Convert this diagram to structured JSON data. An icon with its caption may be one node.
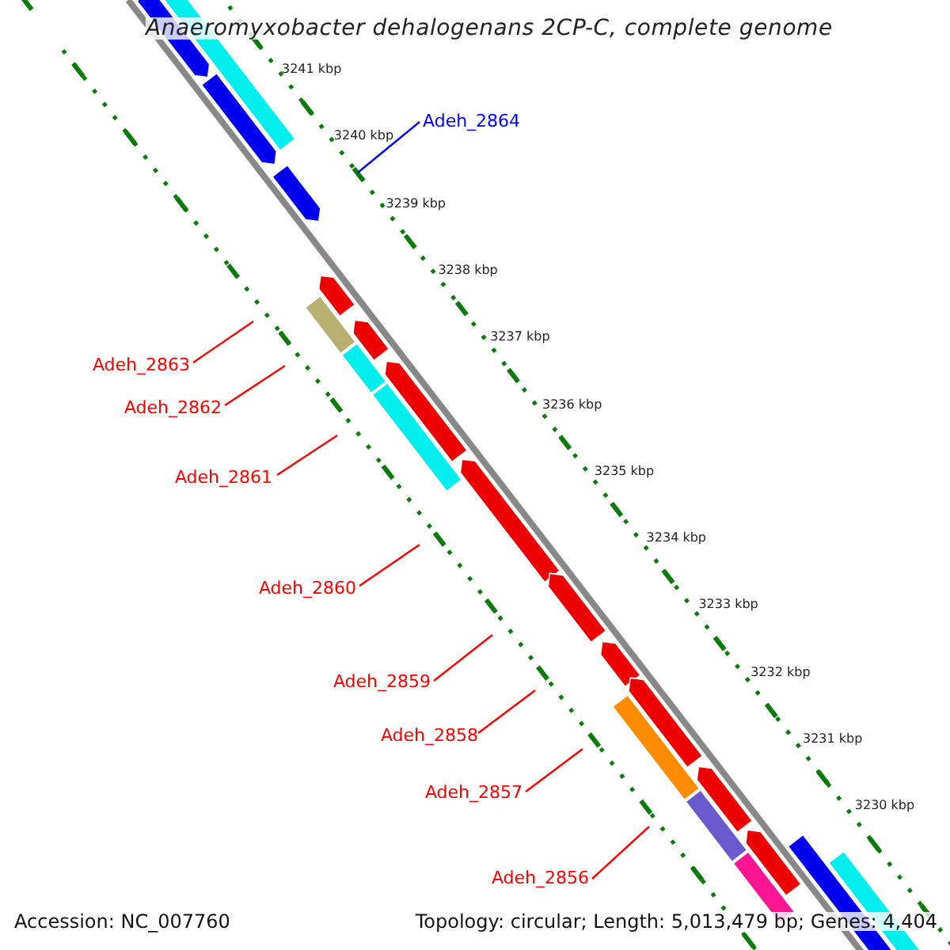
{
  "diagram": {
    "title": "Anaeromyxobacter dehalogenans 2CP-C, complete genome",
    "nodes": [
      {
        "text": [
          "Adeh_2864"
        ]
      },
      {
        "text": [
          "Adeh_2863"
        ]
      },
      {
        "text": [
          "Adeh_2862"
        ]
      },
      {
        "text": [
          "Adeh_2861"
        ]
      },
      {
        "text": [
          "Adeh_2860"
        ]
      },
      {
        "text": [
          "Adeh_2859"
        ]
      },
      {
        "text": [
          "Adeh_2858"
        ]
      },
      {
        "text": [
          "Adeh_2857"
        ]
      },
      {
        "text": [
          "Adeh_2856"
        ]
      }
    ],
    "edges": [
      {
        "from": 0,
        "to": null,
        "arrow": "none",
        "color": "#0000ff"
      },
      {
        "from": 1,
        "to": null,
        "arrow": "none"
      },
      {
        "from": 2,
        "to": null,
        "arrow": "none"
      },
      {
        "from": 3,
        "to": null,
        "arrow": "none"
      },
      {
        "from": 4,
        "to": null,
        "arrow": "none"
      },
      {
        "from": 5,
        "to": null,
        "arrow": "none"
      },
      {
        "from": 6,
        "to": null,
        "arrow": "none"
      },
      {
        "from": 7,
        "to": null,
        "arrow": "none"
      },
      {
        "from": 8,
        "to": null,
        "arrow": "none"
      }
    ],
    "labels": [
      "3241 kbp",
      "3240 kbp",
      "3239 kbp",
      "3238 kbp",
      "3237 kbp",
      "3236 kbp",
      "3235 kbp",
      "3234 kbp",
      "3233 kbp",
      "3232 kbp",
      "3231 kbp",
      "3230 kbp",
      "Accession: NC_007760",
      "Topology: circular; Length: 5,013,479 bp; Genes: 4,404"
    ]
  }
}
